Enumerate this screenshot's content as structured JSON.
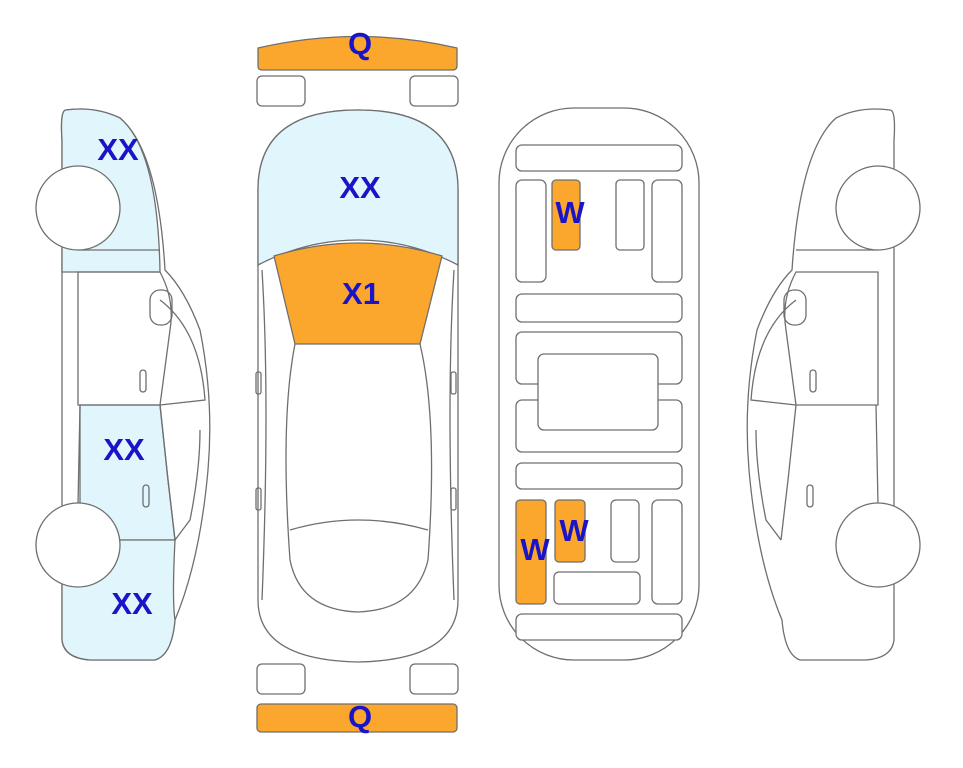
{
  "colors": {
    "label": "#1a14c8",
    "damage_light": "#e0f6fc",
    "damage_orange": "#fba72e",
    "outline": "#6f6f6f"
  },
  "labels": {
    "front_bumper": "Q",
    "rear_bumper": "Q",
    "hood": "XX",
    "windshield": "X1",
    "left_front_fender": "XX",
    "left_rear_door": "XX",
    "left_rear_quarter": "XX",
    "interior_front_seat": "W",
    "interior_rear_seat_left": "W",
    "interior_rear_seat_center": "W"
  }
}
